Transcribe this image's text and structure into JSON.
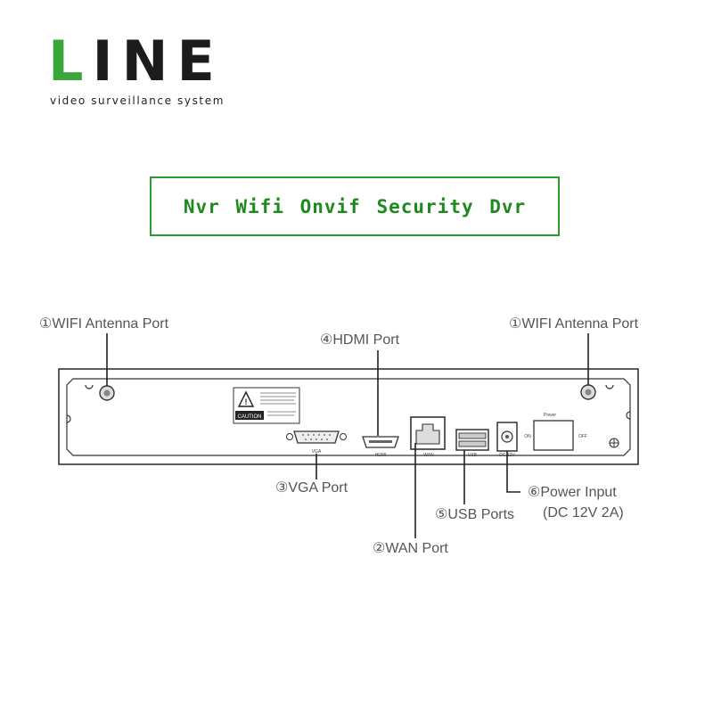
{
  "logo": {
    "letters": [
      "L",
      "I",
      "N",
      "E"
    ],
    "tagline": "video surveillance system",
    "colors": {
      "accent": "#3aa53a",
      "dark": "#1c1c1c"
    }
  },
  "title": {
    "text": "Nvr Wifi Onvif Security Dvr",
    "color": "#1e8a1e",
    "border_color": "#2e9a2e"
  },
  "callouts": {
    "wifi_left": "①WIFI Antenna Port",
    "wifi_right": "①WIFI Antenna Port",
    "wan": "②WAN Port",
    "vga": "③VGA Port",
    "hdmi": "④HDMI Port",
    "usb": "⑤USB Ports",
    "power_line1": "⑥Power Input",
    "power_line2": "(DC 12V 2A)"
  },
  "panel_labels": {
    "caution": "CAUTION",
    "vga": "VGA",
    "hdmi": "HDMI",
    "wan": "WAN",
    "usb": "USB",
    "dc": "DC 12V",
    "power": "Power",
    "on": "ON",
    "off": "OFF"
  }
}
